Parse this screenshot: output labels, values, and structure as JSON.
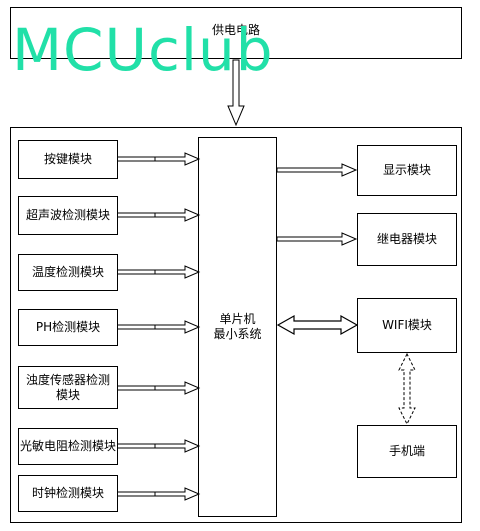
{
  "power": {
    "label": "供电电路"
  },
  "watermark": {
    "text": "MCUclub",
    "color": "#21e0a8"
  },
  "mcu": {
    "line1": "单片机",
    "line2": "最小系统"
  },
  "inputs": [
    {
      "label": "按键模块"
    },
    {
      "label": "超声波检测模块"
    },
    {
      "label": "温度检测模块"
    },
    {
      "label": "PH检测模块"
    },
    {
      "label": "浊度传感器检测模块"
    },
    {
      "label": "光敏电阻检测模块"
    },
    {
      "label": "时钟检测模块"
    }
  ],
  "outputs": [
    {
      "label": "显示模块"
    },
    {
      "label": "继电器模块"
    }
  ],
  "wifi": {
    "label": "WIFI模块"
  },
  "phone": {
    "label": "手机端"
  }
}
